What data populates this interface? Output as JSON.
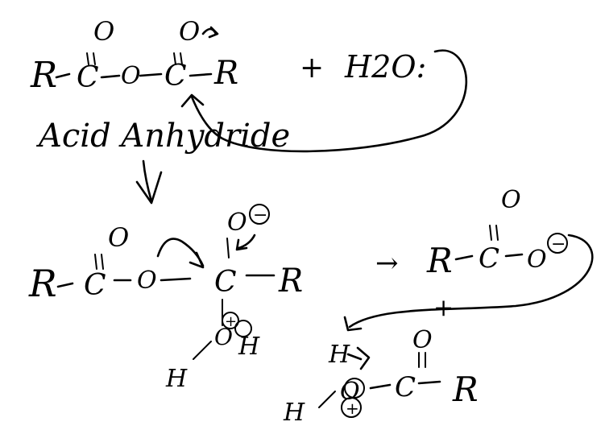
{
  "note": {
    "reactants": {
      "anhydride_left_group": "R",
      "anhydride_left_carbon": "C",
      "anhydride_left_carbonyl_oxygen": "O",
      "anhydride_bridge_oxygen": "O",
      "anhydride_right_carbon": "C",
      "anhydride_right_carbonyl_oxygen": "O",
      "anhydride_right_group": "R",
      "plus": "+",
      "water": "H2O:",
      "caption": "Acid Anhydride"
    },
    "intermediate": {
      "left_group": "R",
      "left_carbon": "C",
      "left_carbonyl_oxygen": "O",
      "bridge_oxygen": "O",
      "center_carbon": "C",
      "alkoxide_oxygen": "O",
      "alkoxide_charge": "−",
      "right_group": "R",
      "hydroxyl_oxygen": "O",
      "hydroxyl_charge": "+",
      "hydroxyl_h_right": "H",
      "hydroxyl_h_left": "H"
    },
    "products": {
      "arrow": "→",
      "carboxylate_group": "R",
      "carboxylate_carbon": "C",
      "carboxylate_carbonyl_oxygen": "O",
      "carboxylate_oxygen": "O",
      "carboxylate_charge": "−",
      "plus": "+",
      "acid_h_top": "H",
      "acid_h_left": "H",
      "acid_oxygen": "O",
      "acid_charge": "+",
      "acid_carbon": "C",
      "acid_carbonyl_oxygen": "O",
      "acid_group": "R"
    }
  }
}
